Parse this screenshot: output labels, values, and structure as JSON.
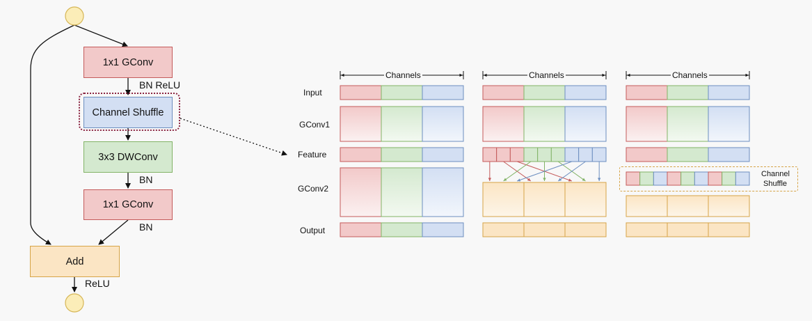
{
  "flow": {
    "gconv1": "1x1 GConv",
    "bn_relu": "BN ReLU",
    "channel_shuffle": "Channel Shuffle",
    "dwconv": "3x3 DWConv",
    "bn1": "BN",
    "gconv2": "1x1 GConv",
    "bn2": "BN",
    "add": "Add",
    "relu": "ReLU"
  },
  "panels": {
    "row_labels": [
      "Input",
      "GConv1",
      "Feature",
      "GConv2",
      "Output"
    ],
    "channels_label": "Channels",
    "shuffle_note": [
      "Channel",
      "Shuffle"
    ]
  },
  "colors": {
    "red_fill": "#f2c9c9",
    "red_stroke": "#c45a5a",
    "green_fill": "#d4e9cf",
    "green_stroke": "#82b366",
    "blue_fill": "#d3dff3",
    "blue_stroke": "#6c8ebf",
    "orange_fill": "#fbe5c4",
    "orange_stroke": "#d6a447",
    "circle_fill": "#fbedb8",
    "circle_stroke": "#d6b656"
  }
}
